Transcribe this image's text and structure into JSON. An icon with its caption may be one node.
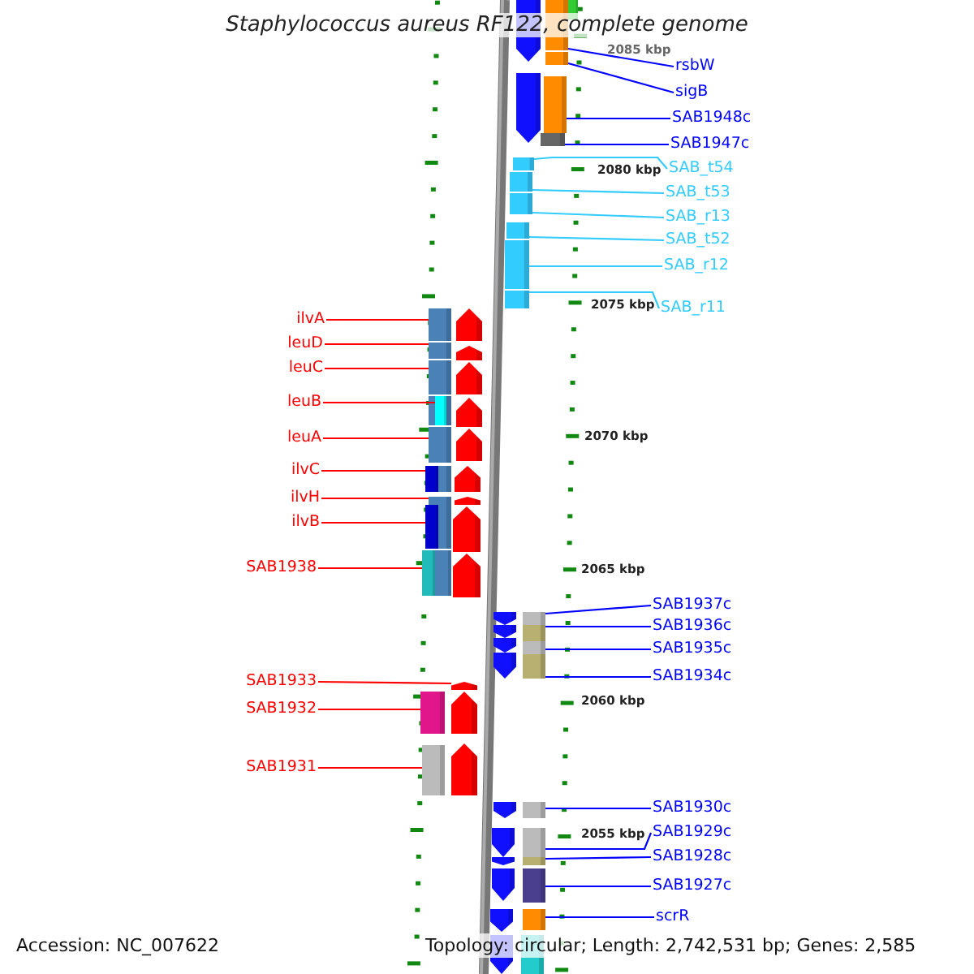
{
  "diagram": {
    "title": "Staphylococcus aureus RF122, complete genome",
    "nodes": [
      {
        "text": [
          "rsbW"
        ]
      },
      {
        "text": [
          "sigB"
        ]
      },
      {
        "text": [
          "SAB1948c"
        ]
      },
      {
        "text": [
          "SAB1947c"
        ]
      },
      {
        "text": [
          "SAB_t54"
        ]
      },
      {
        "text": [
          "SAB_t53"
        ]
      },
      {
        "text": [
          "SAB_r13"
        ]
      },
      {
        "text": [
          "SAB_t52"
        ]
      },
      {
        "text": [
          "SAB_r12"
        ]
      },
      {
        "text": [
          "SAB_r11"
        ]
      },
      {
        "text": [
          "ilvA"
        ]
      },
      {
        "text": [
          "leuD"
        ]
      },
      {
        "text": [
          "leuC"
        ]
      },
      {
        "text": [
          "leuB"
        ]
      },
      {
        "text": [
          "leuA"
        ]
      },
      {
        "text": [
          "ilvC"
        ]
      },
      {
        "text": [
          "ilvH"
        ]
      },
      {
        "text": [
          "ilvB"
        ]
      },
      {
        "text": [
          "SAB1938"
        ]
      },
      {
        "text": [
          "SAB1937c"
        ]
      },
      {
        "text": [
          "SAB1936c"
        ]
      },
      {
        "text": [
          "SAB1935c"
        ]
      },
      {
        "text": [
          "SAB1934c"
        ]
      },
      {
        "text": [
          "SAB1933"
        ]
      },
      {
        "text": [
          "SAB1932"
        ]
      },
      {
        "text": [
          "SAB1931"
        ]
      },
      {
        "text": [
          "SAB1930c"
        ]
      },
      {
        "text": [
          "SAB1929c"
        ]
      },
      {
        "text": [
          "SAB1928c"
        ]
      },
      {
        "text": [
          "SAB1927c"
        ]
      },
      {
        "text": [
          "scrR"
        ]
      },
      {
        "text": [],
        "shape": "bar"
      },
      {
        "text": [],
        "shape": "bar"
      },
      {
        "text": [],
        "shape": "bar"
      },
      {
        "text": [],
        "shape": "bar"
      },
      {
        "text": [],
        "shape": "bar"
      },
      {
        "text": [],
        "shape": "bar"
      },
      {
        "text": [],
        "shape": "bar"
      },
      {
        "text": [],
        "shape": "bar"
      },
      {
        "text": [],
        "shape": "bar"
      },
      {
        "text": [],
        "shape": "bar"
      },
      {
        "text": [],
        "shape": "bar"
      },
      {
        "text": [],
        "shape": "bar"
      },
      {
        "text": [],
        "shape": "bar"
      },
      {
        "text": [],
        "shape": "bar"
      },
      {
        "text": [],
        "shape": "bar"
      },
      {
        "text": [],
        "shape": "bar"
      },
      {
        "text": [],
        "shape": "bar"
      },
      {
        "text": [],
        "shape": "bar"
      },
      {
        "text": [],
        "shape": "bar"
      },
      {
        "text": [],
        "shape": "bar"
      },
      {
        "text": [],
        "shape": "bar"
      },
      {
        "text": [],
        "shape": "bar"
      },
      {
        "text": [],
        "shape": "bar"
      },
      {
        "text": [],
        "shape": "arrow"
      },
      {
        "text": [],
        "shape": "bar"
      },
      {
        "text": [],
        "shape": "bar"
      },
      {
        "text": [],
        "shape": "bar"
      },
      {
        "text": [],
        "shape": "bar"
      },
      {
        "text": [],
        "shape": "bar"
      },
      {
        "text": [],
        "shape": "bar"
      },
      {
        "text": [],
        "shape": "bar"
      },
      {
        "text": [],
        "shape": "bar"
      },
      {
        "text": [],
        "shape": "bar"
      }
    ],
    "edges": [
      {
        "from": 0,
        "to": 31,
        "arrow": "none"
      },
      {
        "from": 1,
        "to": 32,
        "arrow": "none"
      },
      {
        "from": 2,
        "to": 33,
        "arrow": "none"
      },
      {
        "from": 3,
        "to": 34,
        "arrow": "none"
      },
      {
        "from": 4,
        "to": 35,
        "arrow": "none",
        "color": "#33ccff"
      },
      {
        "from": 5,
        "to": 36,
        "arrow": "none",
        "color": "#33ccff"
      },
      {
        "from": 6,
        "to": 37,
        "arrow": "none",
        "color": "#33ccff"
      },
      {
        "from": 7,
        "to": 38,
        "arrow": "none",
        "color": "#33ccff"
      },
      {
        "from": 8,
        "to": 39,
        "arrow": "none",
        "color": "#33ccff"
      },
      {
        "from": 9,
        "to": 40,
        "arrow": "none",
        "color": "#33ccff"
      },
      {
        "from": 10,
        "to": 41,
        "arrow": "none",
        "color": "#ff0000"
      },
      {
        "from": 11,
        "to": 42,
        "arrow": "none",
        "color": "#ff0000"
      },
      {
        "from": 12,
        "to": 43,
        "arrow": "none",
        "color": "#ff0000"
      },
      {
        "from": 13,
        "to": 44,
        "arrow": "none",
        "color": "#ff0000"
      },
      {
        "from": 14,
        "to": 45,
        "arrow": "none",
        "color": "#ff0000"
      },
      {
        "from": 15,
        "to": 46,
        "arrow": "none",
        "color": "#ff0000"
      },
      {
        "from": 16,
        "to": 47,
        "arrow": "none",
        "color": "#ff0000"
      },
      {
        "from": 17,
        "to": 48,
        "arrow": "none",
        "color": "#ff0000"
      },
      {
        "from": 18,
        "to": 49,
        "arrow": "none",
        "color": "#ff0000"
      },
      {
        "from": 19,
        "to": 50,
        "arrow": "none"
      },
      {
        "from": 20,
        "to": 51,
        "arrow": "none"
      },
      {
        "from": 21,
        "to": 52,
        "arrow": "none"
      },
      {
        "from": 22,
        "to": 53,
        "arrow": "none"
      },
      {
        "from": 23,
        "to": 54,
        "arrow": "none",
        "color": "#ff0000"
      },
      {
        "from": 24,
        "to": 55,
        "arrow": "none",
        "color": "#ff0000"
      },
      {
        "from": 25,
        "to": 56,
        "arrow": "none",
        "color": "#ff0000"
      },
      {
        "from": 26,
        "to": 57,
        "arrow": "none"
      },
      {
        "from": 27,
        "to": 58,
        "arrow": "none"
      },
      {
        "from": 28,
        "to": 59,
        "arrow": "none"
      },
      {
        "from": 29,
        "to": 60,
        "arrow": "none"
      },
      {
        "from": 30,
        "to": 61,
        "arrow": "none"
      }
    ],
    "labels": [
      "2085 kbp",
      "2080 kbp",
      "2075 kbp",
      "2070 kbp",
      "2065 kbp",
      "2060 kbp",
      "2055 kbp",
      "Accession: NC_007622",
      "Topology: circular; Length: 2,742,531 bp; Genes: 2,585"
    ]
  }
}
